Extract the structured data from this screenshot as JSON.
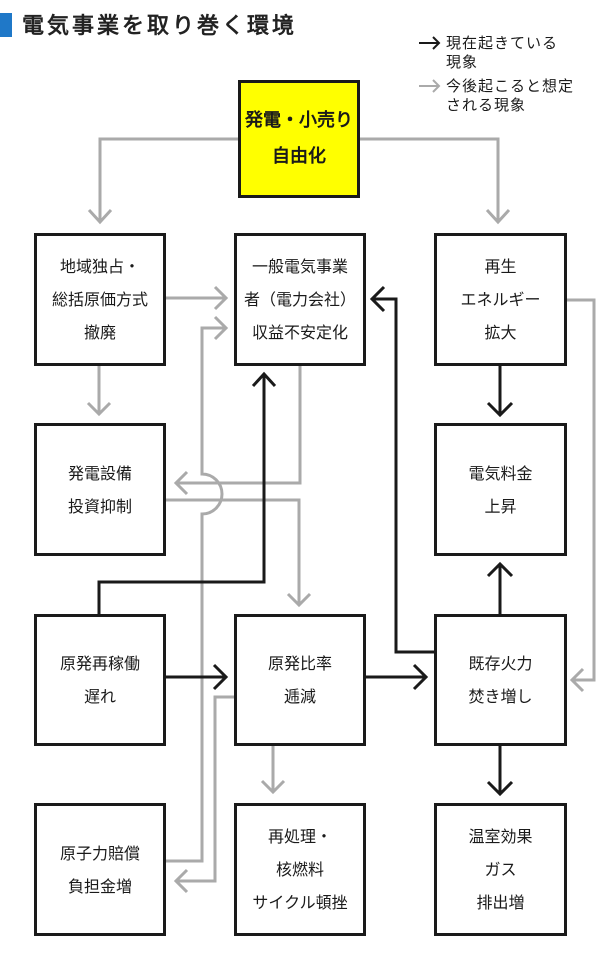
{
  "title": "電気事業を取り巻く環境",
  "colors": {
    "accent": "#1f78c8",
    "highlight": "#ffff00",
    "current": "#1a1a1a",
    "future": "#aaaaaa"
  },
  "legend": [
    {
      "arrow": "arrow-right-black",
      "label_lines": [
        "現在起きている",
        "現象"
      ]
    },
    {
      "arrow": "arrow-right-gray",
      "label_lines": [
        "今後起こると想定",
        "される現象"
      ]
    }
  ],
  "nodes": {
    "liberalization": [
      "発電・小売り",
      "自由化"
    ],
    "monopoly_abolition": [
      "地域独占・",
      "総括原価方式",
      "撤廃"
    ],
    "utility_instability": [
      "一般電気事業",
      "者（電力会社）",
      "収益不安定化"
    ],
    "renewable_expansion": [
      "再生",
      "エネルギー",
      "拡大"
    ],
    "investment_restraint": [
      "発電設備",
      "投資抑制"
    ],
    "price_rise": [
      "電気料金",
      "上昇"
    ],
    "restart_delay": [
      "原発再稼働",
      "遅れ"
    ],
    "nuclear_ratio_decline": [
      "原発比率",
      "逓減"
    ],
    "thermal_increase": [
      "既存火力",
      "焚き増し"
    ],
    "compensation_burden": [
      "原子力賠償",
      "負担金増"
    ],
    "fuel_cycle_setback": [
      "再処理・",
      "核燃料",
      "サイクル頓挫"
    ],
    "ghg_increase": [
      "温室効果",
      "ガス",
      "排出増"
    ]
  },
  "edges": [
    {
      "from": "liberalization",
      "to": "monopoly_abolition",
      "type": "future"
    },
    {
      "from": "liberalization",
      "to": "renewable_expansion",
      "type": "future"
    },
    {
      "from": "monopoly_abolition",
      "to": "utility_instability",
      "type": "future"
    },
    {
      "from": "monopoly_abolition",
      "to": "investment_restraint",
      "type": "future"
    },
    {
      "from": "utility_instability",
      "to": "investment_restraint",
      "type": "future"
    },
    {
      "from": "investment_restraint",
      "to": "nuclear_ratio_decline",
      "type": "future"
    },
    {
      "from": "compensation_burden",
      "to": "utility_instability",
      "type": "future"
    },
    {
      "from": "nuclear_ratio_decline",
      "to": "compensation_burden",
      "type": "future"
    },
    {
      "from": "nuclear_ratio_decline",
      "to": "fuel_cycle_setback",
      "type": "future"
    },
    {
      "from": "renewable_expansion",
      "to": "thermal_increase",
      "type": "future"
    },
    {
      "from": "renewable_expansion",
      "to": "price_rise",
      "type": "current"
    },
    {
      "from": "restart_delay",
      "to": "utility_instability",
      "type": "current"
    },
    {
      "from": "restart_delay",
      "to": "nuclear_ratio_decline",
      "type": "current"
    },
    {
      "from": "nuclear_ratio_decline",
      "to": "thermal_increase",
      "type": "current"
    },
    {
      "from": "thermal_increase",
      "to": "utility_instability",
      "type": "current"
    },
    {
      "from": "thermal_increase",
      "to": "price_rise",
      "type": "current"
    },
    {
      "from": "thermal_increase",
      "to": "ghg_increase",
      "type": "current"
    }
  ]
}
